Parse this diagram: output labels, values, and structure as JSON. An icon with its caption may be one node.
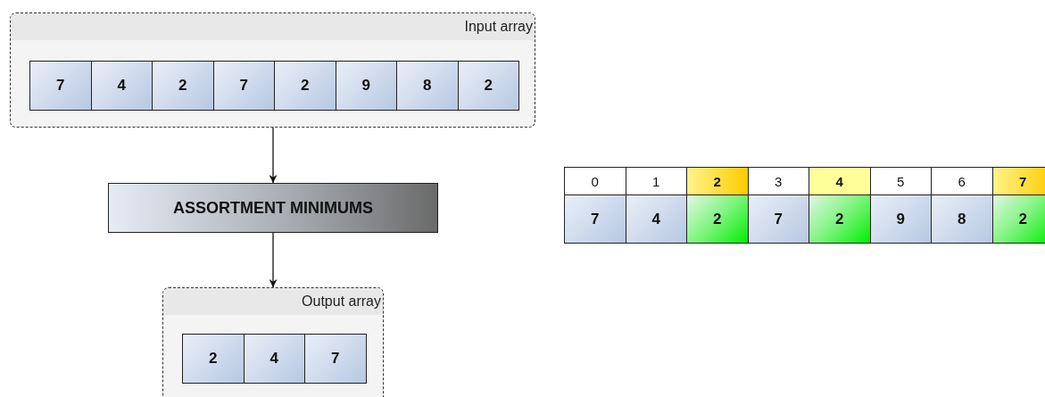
{
  "diagram": {
    "nodes": [
      {
        "text": [
          "Input array"
        ]
      },
      {
        "text": [
          "7"
        ],
        "in": 0
      },
      {
        "text": [
          "4"
        ],
        "in": 0
      },
      {
        "text": [
          "2"
        ],
        "in": 0
      },
      {
        "text": [
          "7"
        ],
        "in": 0
      },
      {
        "text": [
          "2"
        ],
        "in": 0
      },
      {
        "text": [
          "9"
        ],
        "in": 0
      },
      {
        "text": [
          "8"
        ],
        "in": 0
      },
      {
        "text": [
          "2"
        ],
        "in": 0
      },
      {
        "text": [
          "ASSORTMENT MINIMUMS"
        ]
      },
      {
        "text": [
          "Output array"
        ]
      },
      {
        "text": [
          "2"
        ],
        "in": 10
      },
      {
        "text": [
          "4"
        ],
        "in": 10
      },
      {
        "text": [
          "7"
        ],
        "in": 10
      },
      {
        "text": [
          "0"
        ]
      },
      {
        "text": [
          "1"
        ]
      },
      {
        "text": [
          "2"
        ]
      },
      {
        "text": [
          "3"
        ]
      },
      {
        "text": [
          "4"
        ]
      },
      {
        "text": [
          "5"
        ]
      },
      {
        "text": [
          "6"
        ]
      },
      {
        "text": [
          "7"
        ]
      },
      {
        "text": [
          "7"
        ]
      },
      {
        "text": [
          "4"
        ]
      },
      {
        "text": [
          "2"
        ]
      },
      {
        "text": [
          "7"
        ]
      },
      {
        "text": [
          "2"
        ]
      },
      {
        "text": [
          "9"
        ]
      },
      {
        "text": [
          "8"
        ]
      },
      {
        "text": [
          "2"
        ]
      }
    ],
    "edges": [
      {
        "from": 0,
        "to": 9,
        "arrow": "to"
      },
      {
        "from": 9,
        "to": 10,
        "arrow": "to"
      }
    ]
  }
}
